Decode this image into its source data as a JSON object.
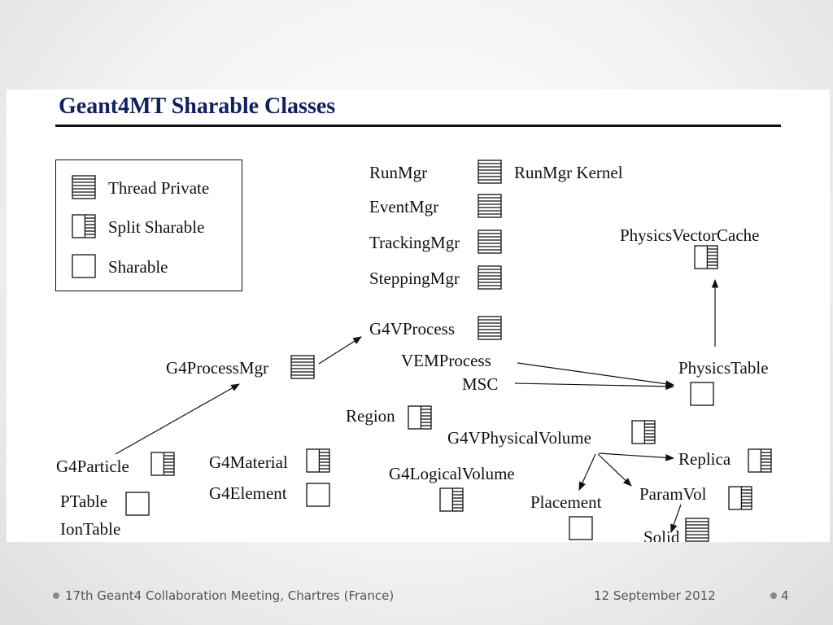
{
  "title": "Geant4MT Sharable Classes",
  "legend": {
    "thread_private": "Thread Private",
    "split_sharable": "Split Sharable",
    "sharable": "Sharable"
  },
  "nodes": {
    "runmgr": "RunMgr",
    "runmgr_kernel": "RunMgr Kernel",
    "eventmgr": "EventMgr",
    "trackingmgr": "TrackingMgr",
    "steppingmgr": "SteppingMgr",
    "physics_vector_cache": "PhysicsVectorCache",
    "g4vprocess": "G4VProcess",
    "vemprocess": "VEMProcess",
    "msc": "MSC",
    "physics_table": "PhysicsTable",
    "g4processmgr": "G4ProcessMgr",
    "region": "Region",
    "g4vphysicalvolume": "G4VPhysicalVolume",
    "replica": "Replica",
    "g4particle": "G4Particle",
    "g4material": "G4Material",
    "g4element": "G4Element",
    "g4logicalvolume": "G4LogicalVolume",
    "placement": "Placement",
    "paramvol": "ParamVol",
    "ptable": "PTable",
    "iontable": "IonTable",
    "solid": "Solid"
  },
  "footer": {
    "event": "17th Geant4 Collaboration Meeting, Chartres (France)",
    "date": "12 September 2012",
    "page": "4"
  }
}
